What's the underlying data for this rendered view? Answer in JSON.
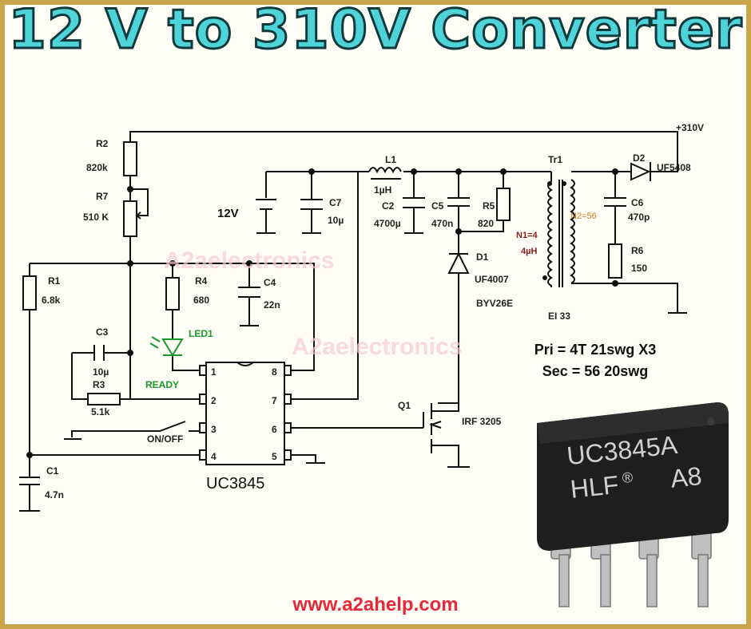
{
  "title": "12 V to 310V Converter",
  "watermark": "A2aelectronics",
  "spec": {
    "primary": "Pri = 4T 21swg X3",
    "secondary": "Sec = 56 20swg"
  },
  "footer": "www.a2ahelp.com",
  "chip": {
    "line1": "UC3845A",
    "line2_left": "HLF",
    "line2_mark": "®",
    "line2_right": "A8"
  },
  "labels": {
    "out": "+310V",
    "r2": "R2",
    "r2v": "820k",
    "r7": "R7",
    "r7v": "510 K",
    "vin": "12V",
    "l1": "L1",
    "l1v": "1µH",
    "c7": "C7",
    "c7v": "10µ",
    "c2": "C2",
    "c2v": "4700µ",
    "c5": "C5",
    "c5v": "470n",
    "r5": "R5",
    "r5v": "820",
    "tr1": "Tr1",
    "d2": "D2",
    "d2v": "UF5408",
    "c6": "C6",
    "c6v": "470p",
    "n2": "N2=56",
    "n1": "N1=4",
    "n1v": "4µH",
    "r6": "R6",
    "r6v": "150",
    "d1": "D1",
    "d1v": "UF4007",
    "byv": "BYV26E",
    "ei": "EI 33",
    "r1": "R1",
    "r1v": "6.8k",
    "r4": "R4",
    "r4v": "680",
    "c4": "C4",
    "c4v": "22n",
    "led": "LED1",
    "ready": "READY",
    "c3": "C3",
    "c3v": "10µ",
    "r3": "R3",
    "r3v": "5.1k",
    "onoff": "ON/OFF",
    "c1": "C1",
    "c1v": "4.7n",
    "ic": "UC3845",
    "q1": "Q1",
    "q1v": "IRF 3205",
    "p1": "1",
    "p2": "2",
    "p3": "3",
    "p4": "4",
    "p5": "5",
    "p6": "6",
    "p7": "7",
    "p8": "8"
  },
  "colors": {
    "title": "#4ed4d8",
    "footer": "#e6283a",
    "led": "#1a9a2a",
    "tr_note": "#d97a1a",
    "n1": "#8b1a1a",
    "border": "#c9a44a"
  }
}
